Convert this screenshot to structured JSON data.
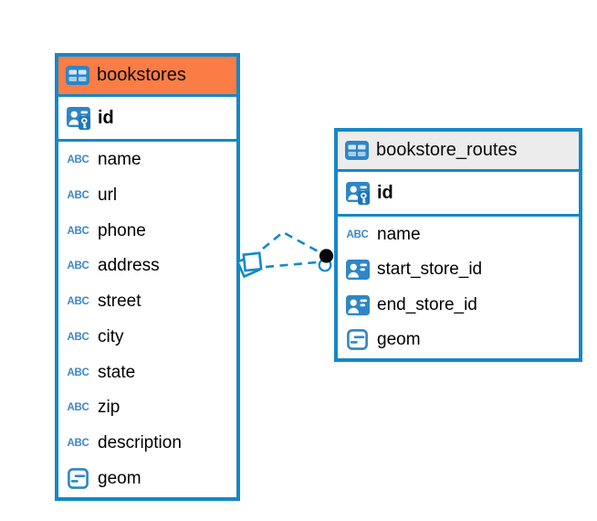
{
  "colors": {
    "accent": "#1588c9",
    "bookstores_header_bg": "#f97d45",
    "routes_header_bg": "#ececec",
    "icon_blue": "#2e86c6",
    "text": "#000000"
  },
  "icons": {
    "table": "table-grid-icon",
    "primary_key": "person-key-icon",
    "foreign_key": "person-card-icon",
    "text_type": "abc-icon",
    "text_type_glyph": "ABC",
    "geometry": "geometry-icon"
  },
  "tables": [
    {
      "name": "bookstores",
      "primary_key": {
        "name": "id",
        "icon": "primary_key"
      },
      "columns": [
        {
          "name": "name",
          "icon": "text_type"
        },
        {
          "name": "url",
          "icon": "text_type"
        },
        {
          "name": "phone",
          "icon": "text_type"
        },
        {
          "name": "address",
          "icon": "text_type"
        },
        {
          "name": "street",
          "icon": "text_type"
        },
        {
          "name": "city",
          "icon": "text_type"
        },
        {
          "name": "state",
          "icon": "text_type"
        },
        {
          "name": "zip",
          "icon": "text_type"
        },
        {
          "name": "description",
          "icon": "text_type"
        },
        {
          "name": "geom",
          "icon": "geometry"
        }
      ]
    },
    {
      "name": "bookstore_routes",
      "primary_key": {
        "name": "id",
        "icon": "primary_key"
      },
      "columns": [
        {
          "name": "name",
          "icon": "text_type"
        },
        {
          "name": "start_store_id",
          "icon": "foreign_key"
        },
        {
          "name": "end_store_id",
          "icon": "foreign_key"
        },
        {
          "name": "geom",
          "icon": "geometry"
        }
      ]
    }
  ],
  "relationships": [
    {
      "from": "bookstores",
      "to": "bookstore_routes",
      "line_style": "dashed",
      "start_marker": "diamond",
      "end_marker": "circle"
    },
    {
      "from": "bookstores",
      "to": "bookstore_routes",
      "line_style": "dashed",
      "start_marker": "diamond",
      "end_marker": "circle"
    }
  ]
}
